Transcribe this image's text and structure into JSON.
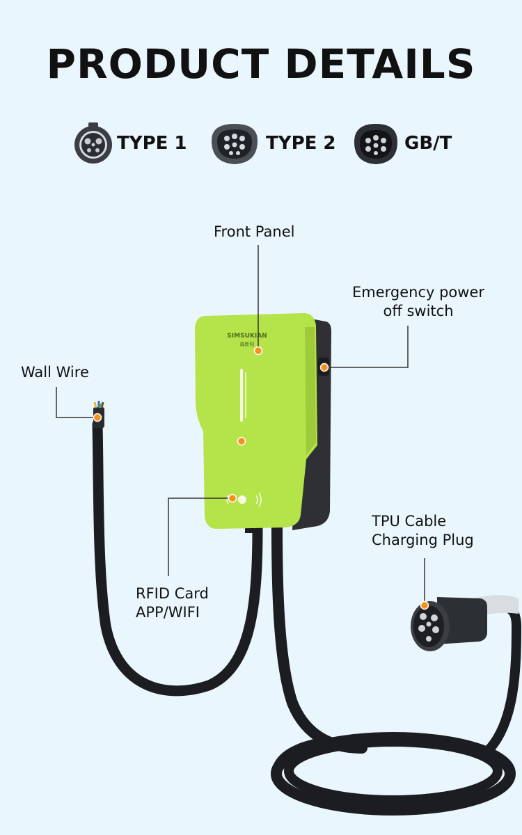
{
  "title": "PRODUCT DETAILS",
  "connector_types": [
    {
      "label": "TYPE 1",
      "icon": "type1-connector-icon"
    },
    {
      "label": "TYPE 2",
      "icon": "type2-connector-icon"
    },
    {
      "label": "GB/T",
      "icon": "gbt-connector-icon"
    }
  ],
  "callouts": {
    "front_panel": "Front Panel",
    "emergency_line1": "Emergency power",
    "emergency_line2": "off switch",
    "wall_wire": "Wall Wire",
    "rfid_line1": "RFID Card",
    "rfid_line2": "APP/WIFI",
    "tpu_line1": "TPU Cable",
    "tpu_line2": "Charging Plug"
  },
  "charger": {
    "brand": "SIMSUKIAN",
    "brand_sub": "森新阳",
    "body_color": "#b5e34a",
    "marker_color": "#f5921e"
  }
}
